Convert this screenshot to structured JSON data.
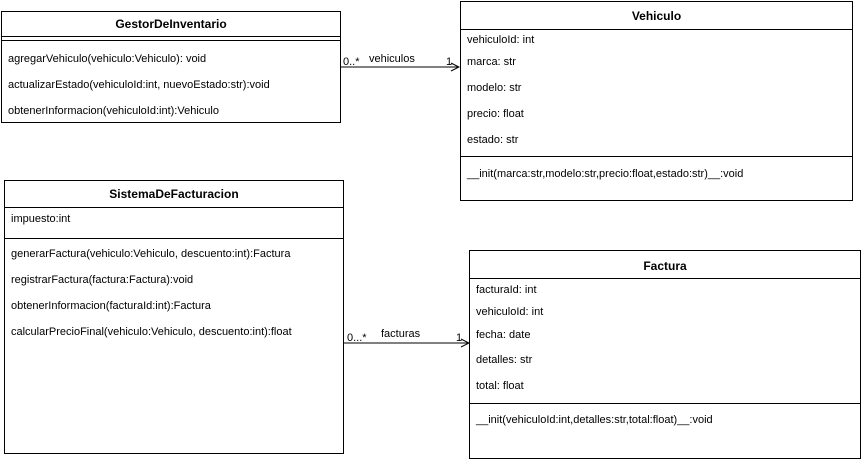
{
  "classes": {
    "gestor": {
      "name": "GestorDeInventario",
      "attributes": [],
      "methods": [
        "agregarVehiculo(vehiculo:Vehiculo): void",
        "actualizarEstado(vehiculoId:int, nuevoEstado:str):void",
        "obtenerInformacion(vehiculoId:int):Vehiculo"
      ]
    },
    "vehiculo": {
      "name": "Vehiculo",
      "attributes": [
        "vehiculoId: int",
        "marca: str",
        "modelo: str",
        "precio: float",
        "estado: str"
      ],
      "methods": [
        "__init(marca:str,modelo:str,precio:float,estado:str)__:void"
      ]
    },
    "sistema": {
      "name": "SistemaDeFacturacion",
      "attributes": [
        "impuesto:int"
      ],
      "methods": [
        "generarFactura(vehiculo:Vehiculo, descuento:int):Factura",
        "registrarFactura(factura:Factura):void",
        "obtenerInformacion(facturaId:int):Factura",
        "calcularPrecioFinal(vehiculo:Vehiculo, descuento:int):float"
      ]
    },
    "factura": {
      "name": "Factura",
      "attributes": [
        "facturaId: int",
        "vehiculoId: int",
        "fecha: date",
        "detalles: str",
        "total: float"
      ],
      "methods": [
        "__init(vehiculoId:int,detalles:str,total:float)__:void"
      ]
    }
  },
  "associations": {
    "gestor_vehiculo": {
      "role": "vehiculos",
      "source_multiplicity": "0..*",
      "target_multiplicity": "1"
    },
    "sistema_factura": {
      "role": "facturas",
      "source_multiplicity": "0...*",
      "target_multiplicity": "1"
    }
  }
}
